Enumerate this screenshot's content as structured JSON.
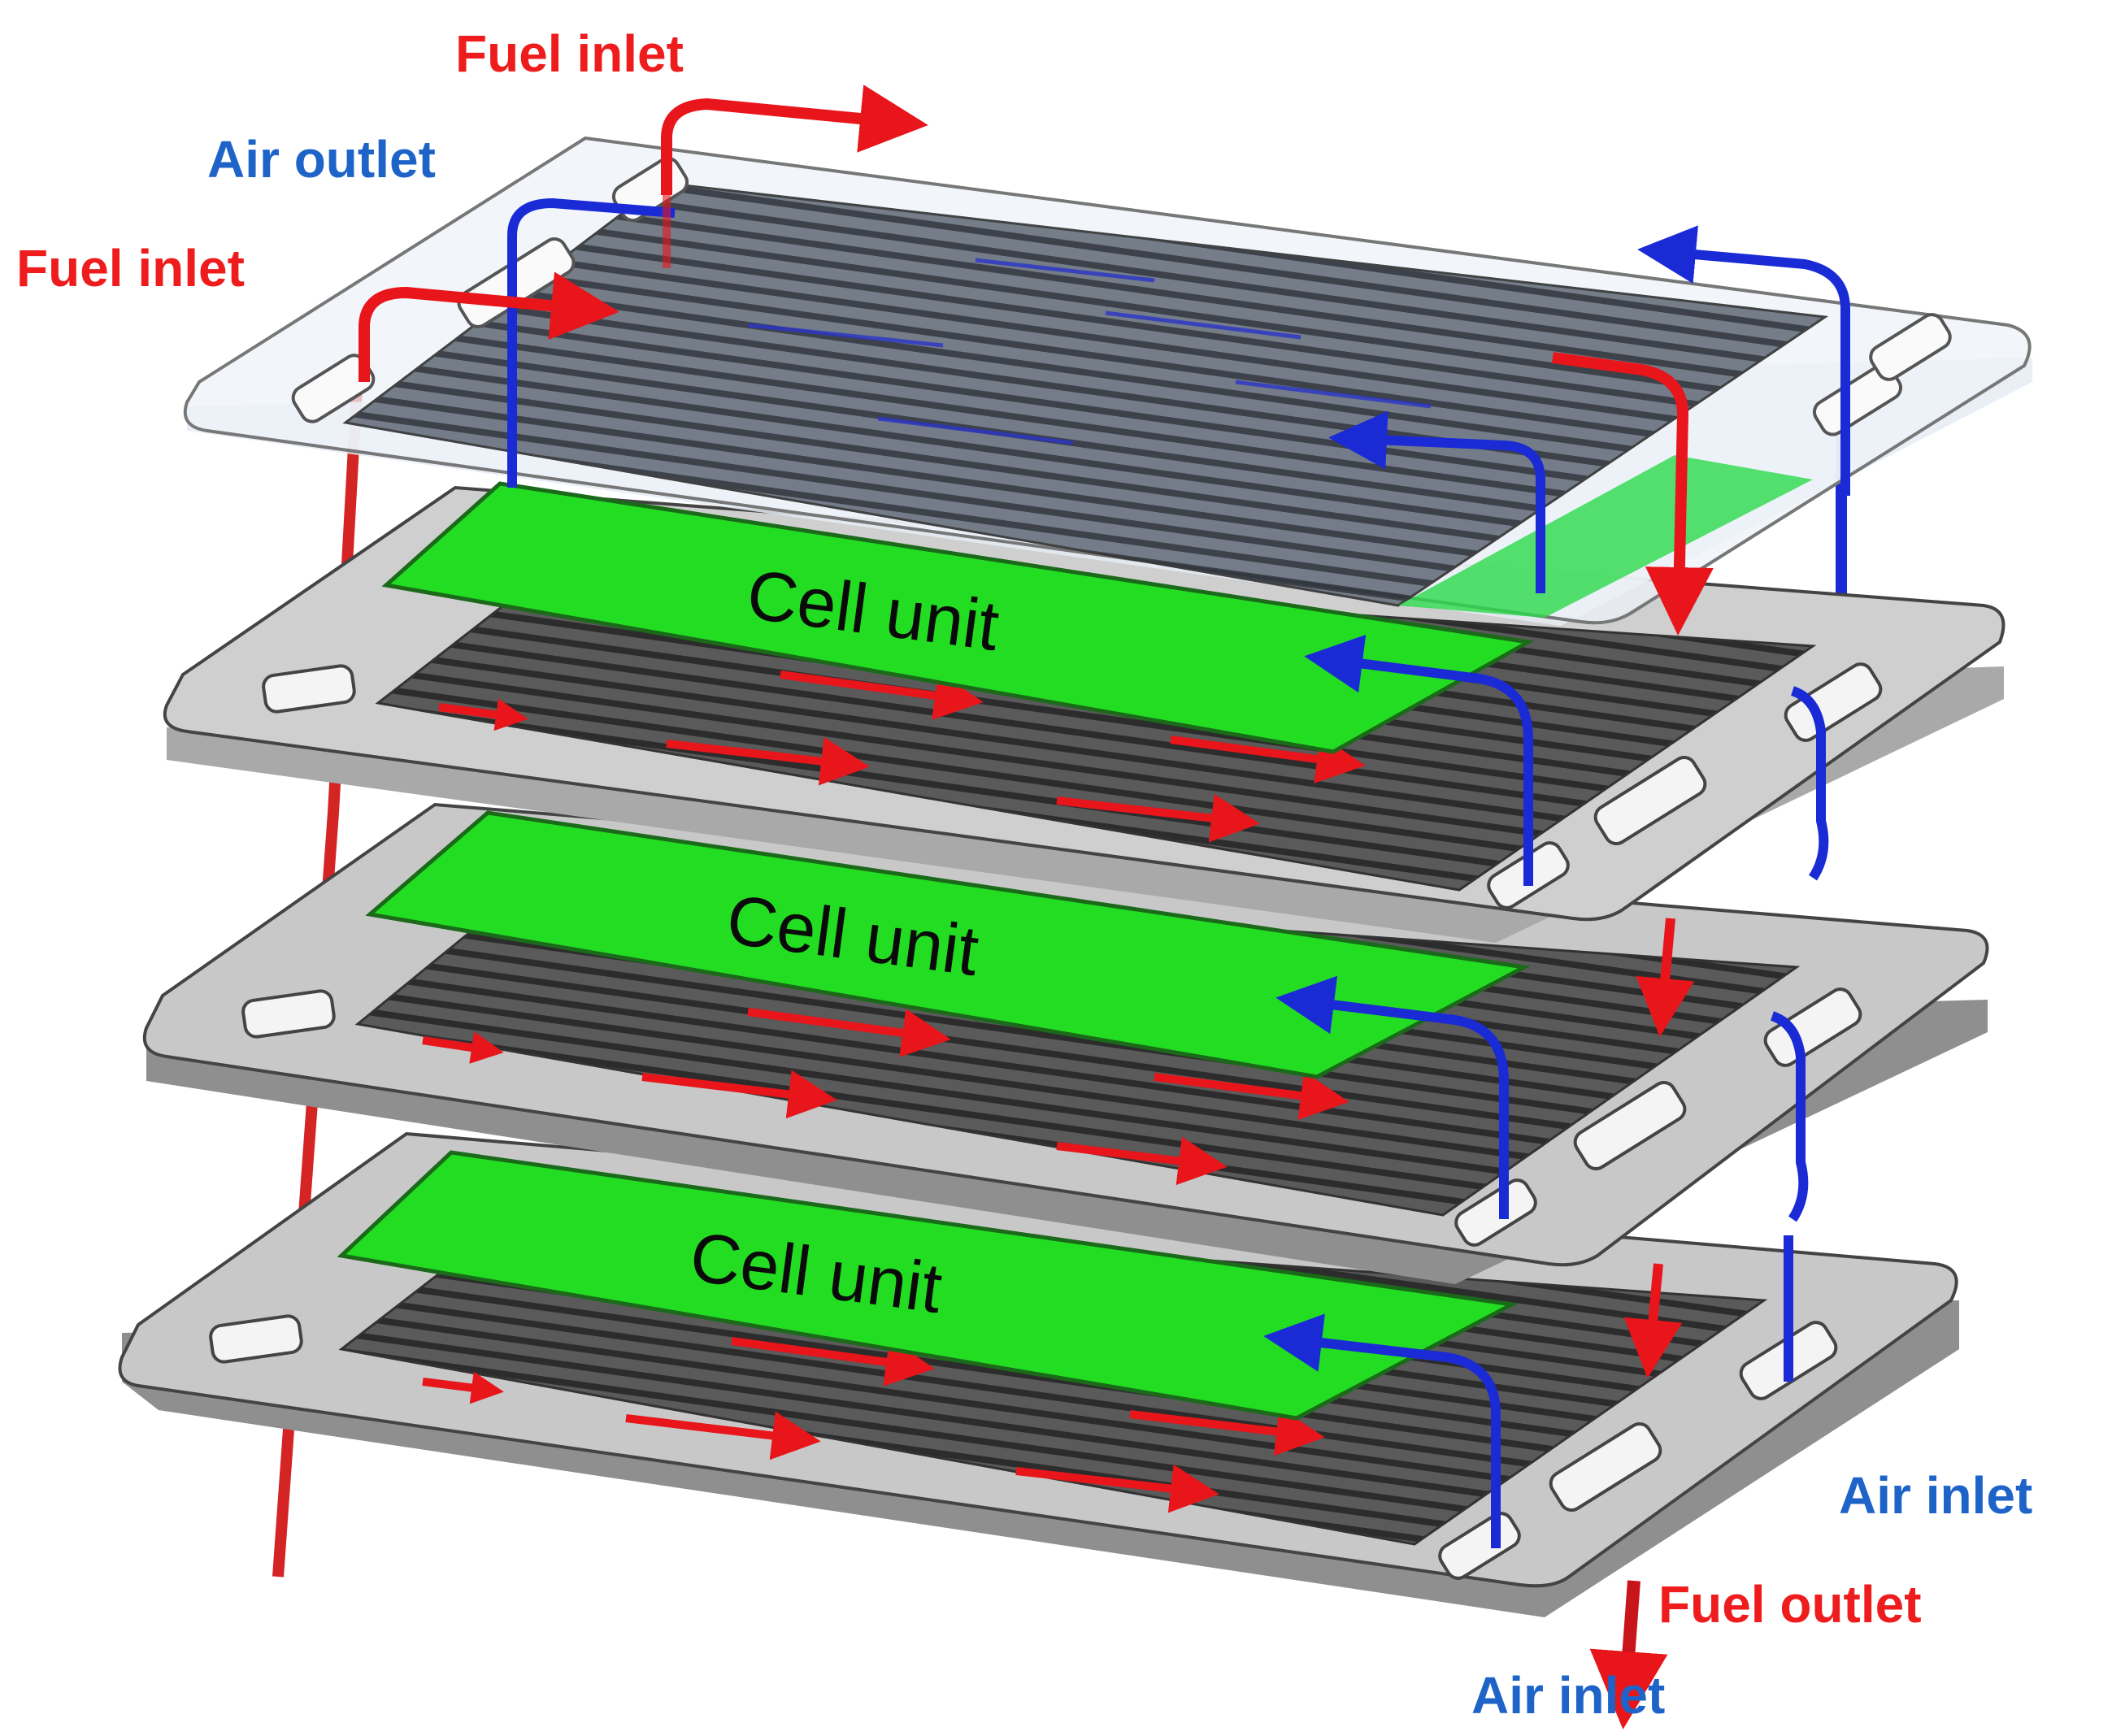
{
  "colors": {
    "fuel": "#e8151b",
    "air": "#1a2bd6",
    "fuel_label": "#ee1c1c",
    "air_label": "#1e63c8",
    "cell": "#22dd22",
    "plate": "#c4c4c4",
    "channels": "#3c3c3c"
  },
  "labels": {
    "fuel_inlet_top": "Fuel inlet",
    "air_outlet": "Air outlet",
    "fuel_inlet_left": "Fuel inlet",
    "air_inlet_right": "Air inlet",
    "fuel_outlet": "Fuel outlet",
    "air_inlet_bottom": "Air inlet"
  },
  "cells": [
    {
      "label": "Cell unit"
    },
    {
      "label": "Cell unit"
    },
    {
      "label": "Cell unit"
    }
  ],
  "icons": [
    "flow-arrow",
    "manifold-port"
  ]
}
